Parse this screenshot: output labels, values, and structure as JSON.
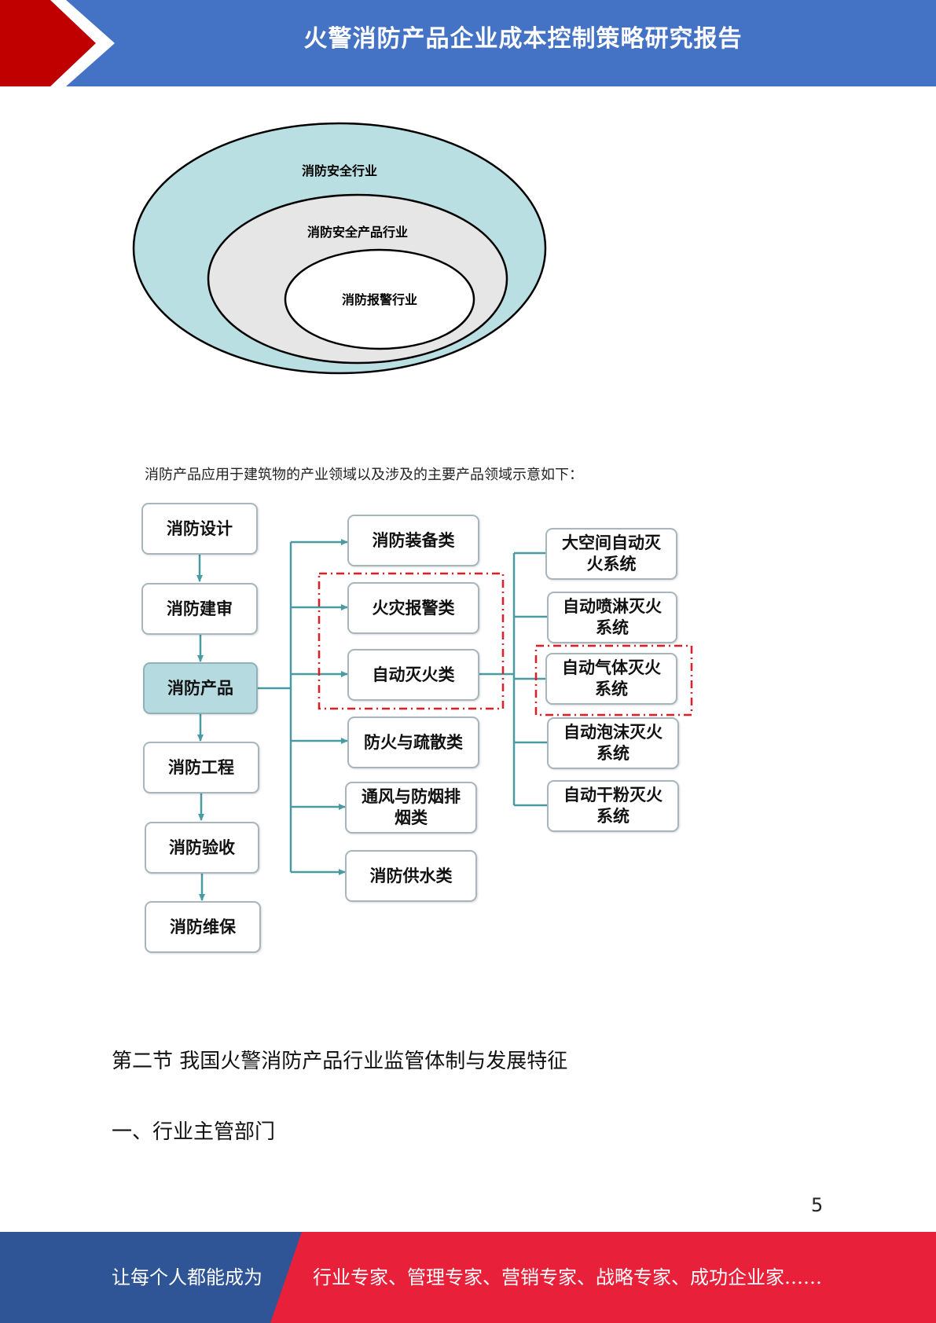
{
  "header": {
    "title": "火警消防产品企业成本控制策略研究报告"
  },
  "venn": {
    "outer": "消防安全行业",
    "middle": "消防安全产品行业",
    "inner": "消防报警行业"
  },
  "caption": "消防产品应用于建筑物的产业领域以及涉及的主要产品领域示意如下：",
  "flow": {
    "chain": [
      "消防设计",
      "消防建审",
      "消防产品",
      "消防工程",
      "消防验收",
      "消防维保"
    ],
    "categories": [
      "消防装备类",
      "火灾报警类",
      "自动灭火类",
      "防火与疏散类",
      "通风与防烟排烟类",
      "消防供水类"
    ],
    "systems": [
      "大空间自动灭火系统",
      "自动喷淋灭火系统",
      "自动气体灭火系统",
      "自动泡沫灭火系统",
      "自动干粉灭火系统"
    ],
    "highlight_color": "#e31b23",
    "connector_color": "#4a9aa1"
  },
  "section": {
    "title": "第二节  我国火警消防产品行业监管体制与发展特征",
    "subtitle": "一、行业主管部门"
  },
  "page_number": "5",
  "footer": {
    "slogan_left": "让每个人都能成为",
    "slogan_right": "行业专家、管理专家、营销专家、战略专家、成功企业家……"
  },
  "colors": {
    "header_blue": "#4472c4",
    "accent_red": "#c00000",
    "footer_blue": "#2f5597",
    "footer_red": "#e8203a"
  }
}
